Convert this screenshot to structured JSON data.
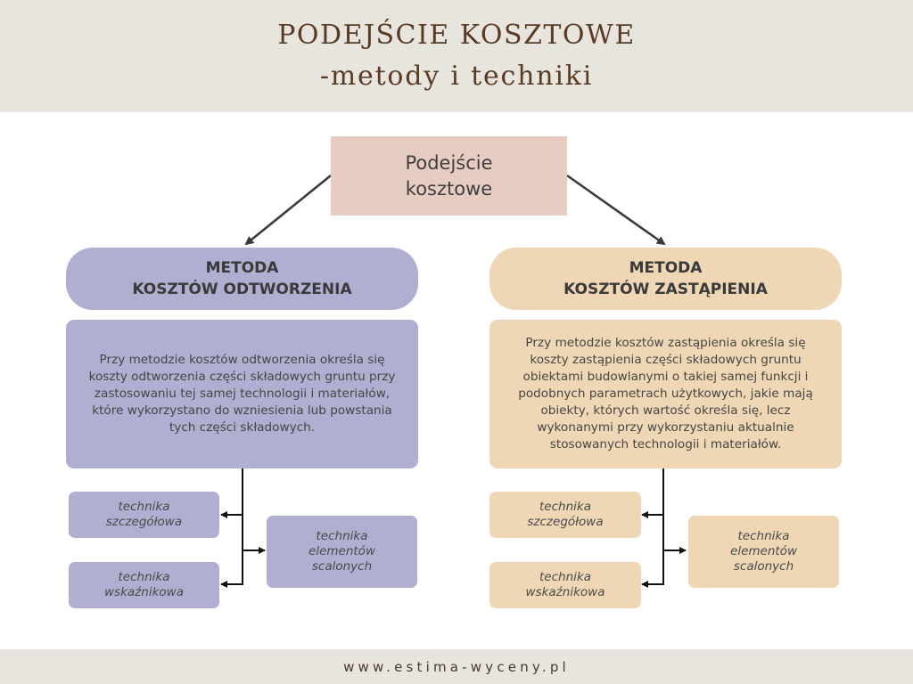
{
  "header": {
    "title_line1": "PODEJŚCIE KOSZTOWE",
    "title_line2": "-metody i techniki"
  },
  "root_node": {
    "line1": "Podejście",
    "line2": "kosztowe",
    "color": "#e6ccc1"
  },
  "left_branch": {
    "color": "#b0afd1",
    "method_line1": "METODA",
    "method_line2": "KOSZTÓW ODTWORZENIA",
    "description": "Przy metodzie kosztów odtworzenia określa się koszty odtworzenia części składowych gruntu przy zastosowaniu tej samej technologii i materiałów, które wykorzystano do wzniesienia lub powstania tych części składowych.",
    "techniques": [
      {
        "line1": "technika",
        "line2": "szczegółowa",
        "line3": ""
      },
      {
        "line1": "technika",
        "line2": "wskaźnikowa",
        "line3": ""
      },
      {
        "line1": "technika",
        "line2": "elementów",
        "line3": "scalonych"
      }
    ]
  },
  "right_branch": {
    "color": "#efd7b6",
    "method_line1": "METODA",
    "method_line2": "KOSZTÓW ZASTĄPIENIA",
    "description": "Przy metodzie kosztów zastąpienia określa się koszty zastąpienia części składowych gruntu obiektami budowlanymi o takiej samej funkcji i podobnych parametrach użytkowych, jakie mają obiekty, których wartość określa się, lecz wykonanymi przy wykorzystaniu aktualnie stosowanych technologii i materiałów.",
    "techniques": [
      {
        "line1": "technika",
        "line2": "szczegółowa",
        "line3": ""
      },
      {
        "line1": "technika",
        "line2": "wskaźnikowa",
        "line3": ""
      },
      {
        "line1": "technika",
        "line2": "elementów",
        "line3": "scalonych"
      }
    ]
  },
  "footer": {
    "website": "www.estima-wyceny.pl"
  },
  "colors": {
    "header_bg": "#e8e4de",
    "title_text": "#5a3c25",
    "connector": "#3a3a3a"
  }
}
